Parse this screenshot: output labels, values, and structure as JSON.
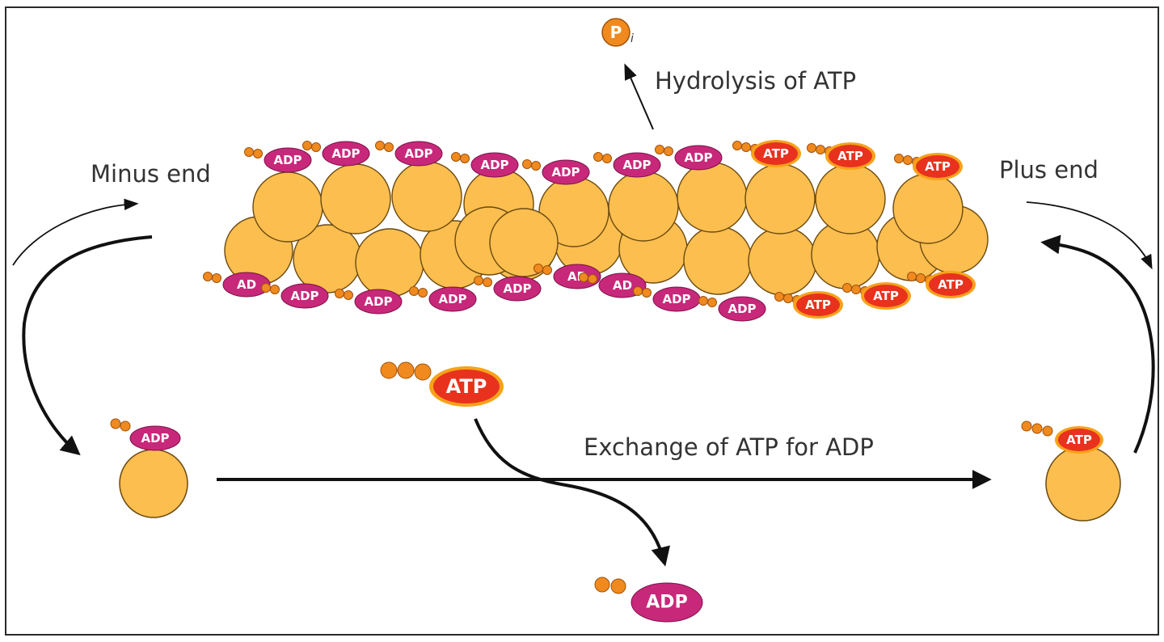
{
  "labels": {
    "minus_end": "Minus end",
    "plus_end": "Plus end",
    "hydrolysis": "Hydrolysis of ATP",
    "exchange": "Exchange of ATP for ADP",
    "pi_main": "P",
    "pi_sub": "i"
  },
  "nucleotides": {
    "adp": "ADP",
    "atp": "ATP",
    "adp_cut": "AD"
  },
  "colors": {
    "monomer_fill": "#FBBE4F",
    "monomer_stroke": "#6B4A10",
    "phosphate": "#F08A1E",
    "adp": "#C8287A",
    "atp_fill": "#E8321E",
    "atp_ring": "#F7A21A",
    "arrow": "#111111",
    "text": "#333333"
  }
}
